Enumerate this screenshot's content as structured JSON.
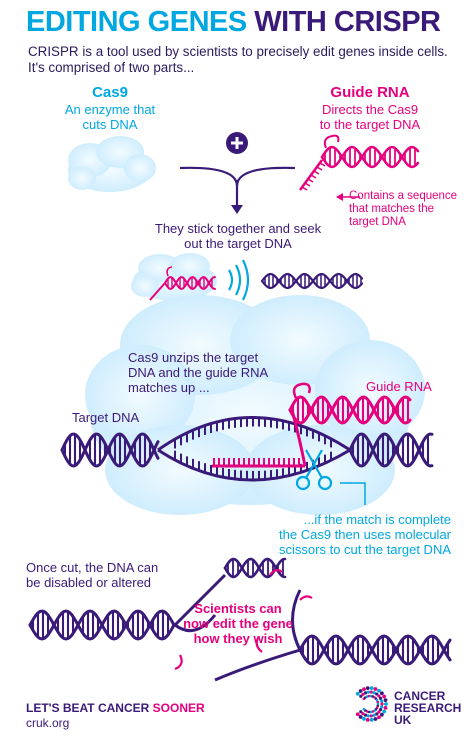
{
  "title": {
    "part1": "EDITING GENES",
    "part2": "WITH CRISPR"
  },
  "intro": {
    "line1": "CRISPR is a tool used by scientists to precisely edit genes inside cells.",
    "line2": "It's comprised of two parts..."
  },
  "cas9": {
    "title": "Cas9",
    "line1": "An enzyme that",
    "line2": "cuts DNA"
  },
  "guide_rna": {
    "title": "Guide RNA",
    "line1": "Directs the Cas9",
    "line2": "to the target DNA"
  },
  "guide_note": {
    "line1": "Contains a sequence",
    "line2": "that matches the",
    "line3": "target DNA"
  },
  "stick": {
    "line1": "They stick together and seek",
    "line2": "out the target DNA"
  },
  "unzip": {
    "line1": "Cas9 unzips the target",
    "line2": "DNA and the guide RNA",
    "line3": "matches up ..."
  },
  "label_target_dna": "Target DNA",
  "label_guide_rna": "Guide RNA",
  "cut_note": {
    "line1": "...if the match is complete",
    "line2": "the Cas9 then uses molecular",
    "line3": "scissors to cut the target DNA"
  },
  "once_cut": {
    "line1": "Once cut, the DNA can",
    "line2": "be disabled or altered"
  },
  "scientists": {
    "line1": "Scientists can",
    "line2": "now edit the gene",
    "line3": "how they wish"
  },
  "footer": {
    "slogan_a": "LET'S BEAT CANCER",
    "slogan_b": "SOONER",
    "url": "cruk.org"
  },
  "logo": {
    "line1": "CANCER",
    "line2": "RESEARCH",
    "line3": "UK"
  },
  "colors": {
    "cyan": "#00a7e1",
    "magenta": "#e5007e",
    "navy": "#3a1a78",
    "cloud": "#d3efff"
  }
}
